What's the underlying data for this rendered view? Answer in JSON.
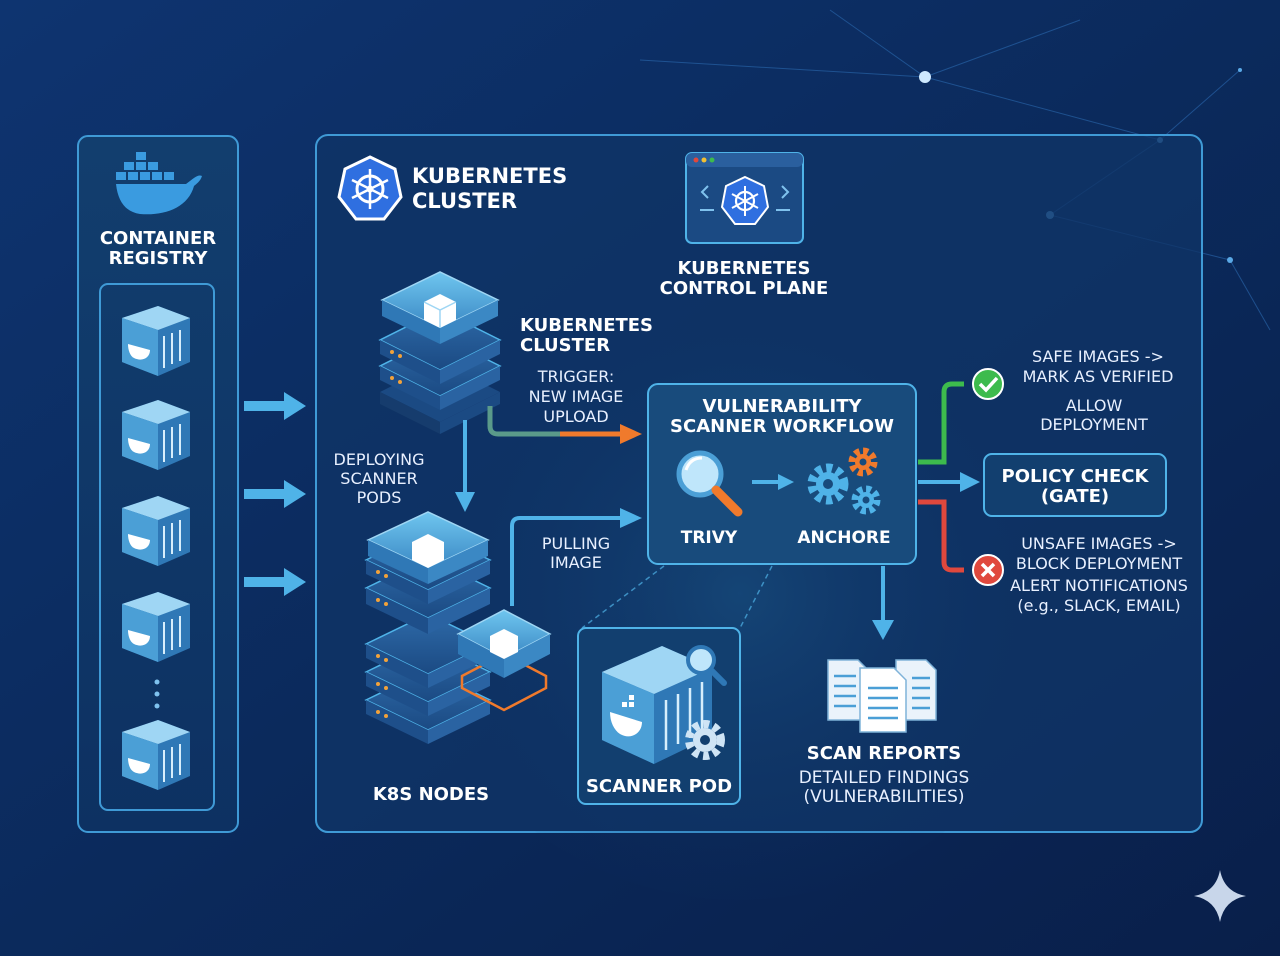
{
  "registry": {
    "title_line1": "CONTAINER",
    "title_line2": "REGISTRY"
  },
  "cluster": {
    "title_line1": "KUBERNETES",
    "title_line2": "CLUSTER"
  },
  "control_plane": {
    "line1": "KUBERNETES",
    "line2": "CONTROL PLANE"
  },
  "cluster_node": {
    "line1": "KUBERNETES",
    "line2": "CLUSTER"
  },
  "trigger": {
    "line1": "TRIGGER:",
    "line2": "NEW IMAGE",
    "line3": "UPLOAD"
  },
  "deploying": {
    "line1": "DEPLOYING",
    "line2": "SCANNER",
    "line3": "PODS"
  },
  "pulling": {
    "line1": "PULLING",
    "line2": "IMAGE"
  },
  "scanner_workflow": {
    "line1": "VULNERABILITY",
    "line2": "SCANNER WORKFLOW",
    "tool1": "TRIVY",
    "tool2": "ANCHORE"
  },
  "safe": {
    "line1": "SAFE IMAGES ->",
    "line2": "MARK AS VERIFIED",
    "line3": "ALLOW",
    "line4": "DEPLOYMENT"
  },
  "policy": {
    "line1": "POLICY CHECK",
    "line2": "(GATE)"
  },
  "unsafe": {
    "line1": "UNSAFE IMAGES ->",
    "line2": "BLOCK DEPLOYMENT",
    "line3": "ALERT NOTIFICATIONS",
    "line4": "(e.g., SLACK, EMAIL)"
  },
  "k8s_nodes": {
    "label": "K8S NODES"
  },
  "scanner_pod": {
    "label": "SCANNER POD"
  },
  "reports": {
    "line1": "SCAN REPORTS",
    "line2": "DETAILED FINDINGS",
    "line3": "(VULNERABILITIES)"
  },
  "colors": {
    "accent": "#4fb3e8",
    "trigger_arrow": "#f07a2c",
    "safe_green": "#3dbb4d",
    "unsafe_red": "#e0483d"
  }
}
